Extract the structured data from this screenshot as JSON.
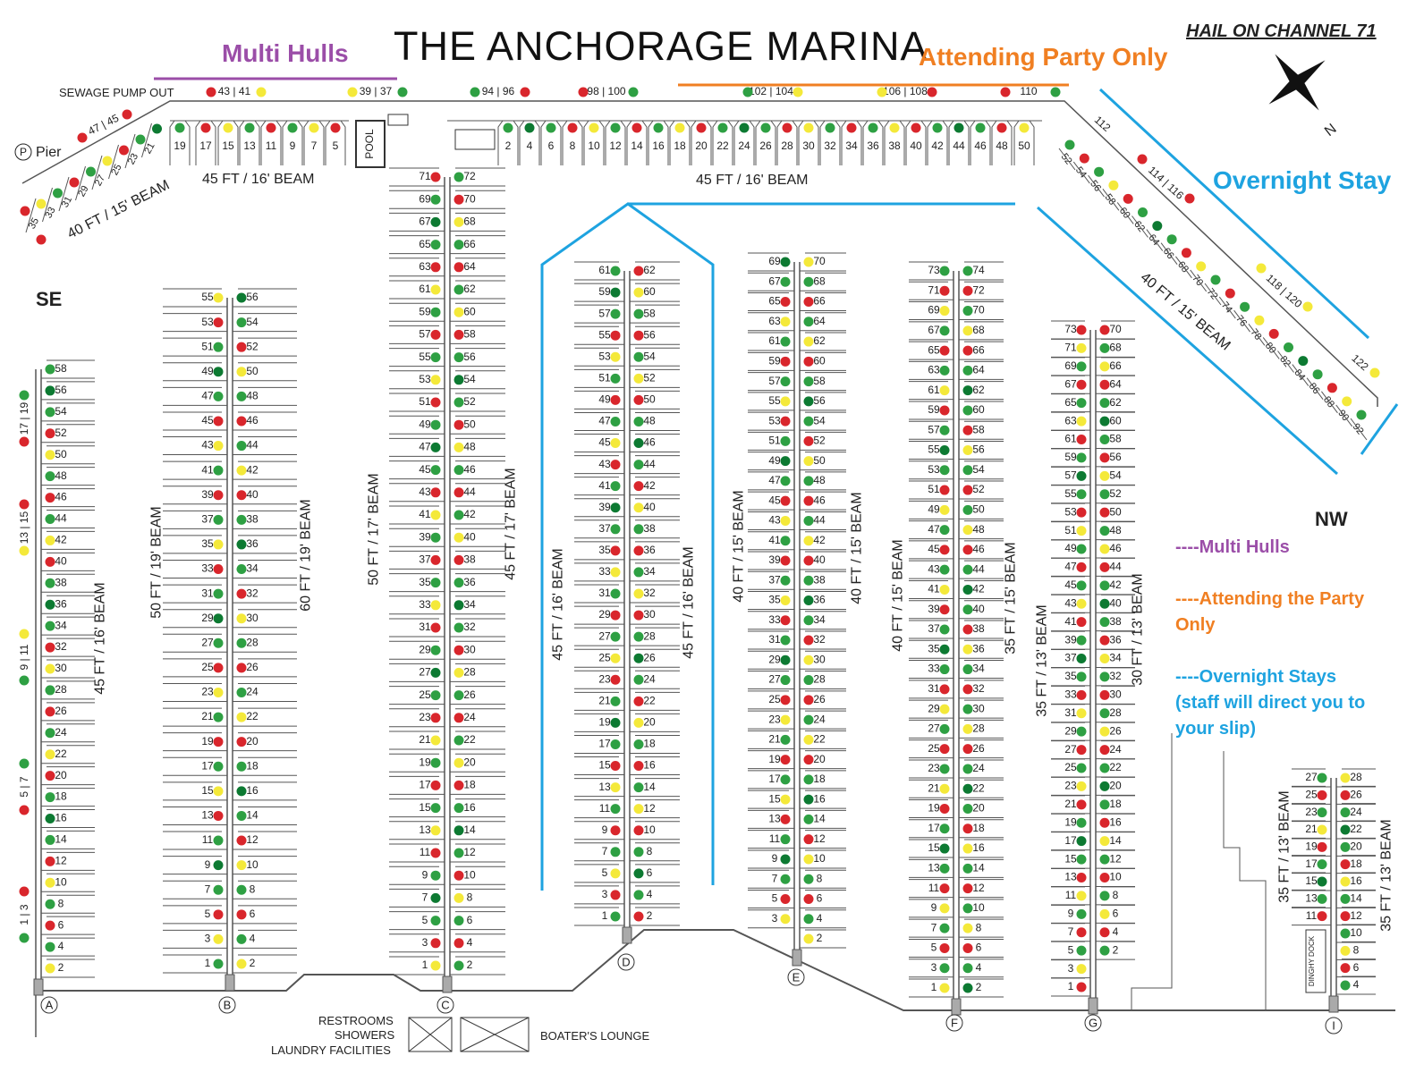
{
  "title": "THE ANCHORAGE MARINA",
  "hail": "HAIL ON CHANNEL 71",
  "headers": {
    "multi_hulls": "Multi Hulls",
    "attending": "Attending Party Only",
    "overnight": "Overnight Stay"
  },
  "compass": {
    "north": "N",
    "se": "SE",
    "nw": "NW"
  },
  "legend": {
    "multi_hulls": "----Multi Hulls",
    "attending_1": "----Attending the Party",
    "attending_2": "Only",
    "overnight_1": "----Overnight Stays",
    "overnight_2": "(staff will direct you to",
    "overnight_3": "your slip)"
  },
  "labels": {
    "sewage": "SEWAGE PUMP OUT",
    "pier": "Pier",
    "pier_icon": "P",
    "pool": "POOL",
    "restrooms_1": "RESTROOMS",
    "restrooms_2": "SHOWERS",
    "restrooms_3": "LAUNDRY FACILITIES",
    "lounge": "BOATER'S LOUNGE",
    "dinghy": "DINGHY DOCK"
  },
  "beams": {
    "top_left": "45 FT / 16' BEAM",
    "top_main": "45 FT / 16' BEAM",
    "diag_left": "40 FT / 15' BEAM",
    "diag_right": "40 FT / 15' BEAM",
    "a": "45 FT / 16' BEAM",
    "b_left": "50 FT / 19' BEAM",
    "b_right": "60 FT / 19' BEAM",
    "c_left": "50 FT / 17' BEAM",
    "c_right": "45 FT / 17' BEAM",
    "d_left": "45 FT / 16' BEAM",
    "d_right": "45 FT / 16' BEAM",
    "e_left": "40 FT / 15' BEAM",
    "e_right": "40 FT / 15' BEAM",
    "f_left": "40 FT / 15' BEAM",
    "f_right": "35 FT / 15' BEAM",
    "g_left": "35 FT / 13' BEAM",
    "g_right": "30 FT / 13' BEAM",
    "i_left": "35 FT / 13' BEAM",
    "i_right": "35 FT / 13' BEAM"
  },
  "dock_letters": [
    "A",
    "B",
    "C",
    "D",
    "E",
    "F",
    "G",
    "I"
  ],
  "colors": {
    "red": "#d9262c",
    "green": "#2ea043",
    "dark_green": "#0d7a32",
    "yellow": "#f4e93a",
    "purple": "#9b4ea8",
    "orange": "#f07f22",
    "blue": "#1ea3e0",
    "line": "#555555"
  },
  "top_slip_numbers": [
    "19",
    "17",
    "15",
    "13",
    "11",
    "9",
    "7",
    "5",
    "2",
    "4",
    "6",
    "8",
    "10",
    "12",
    "14",
    "16",
    "18",
    "20",
    "22",
    "24",
    "26",
    "28",
    "30",
    "32",
    "34",
    "36",
    "38",
    "40",
    "42",
    "44",
    "46",
    "48",
    "50"
  ],
  "top_mooring_pairs": [
    "43 | 41",
    "39 | 37",
    "94 | 96",
    "98 | 100",
    "102 | 104",
    "106 | 108",
    "110"
  ],
  "left_diag_slips": [
    "35",
    "33",
    "31",
    "29",
    "27",
    "25",
    "23",
    "21"
  ],
  "left_diag_pair": "47 | 45",
  "right_diag_slips": [
    "52",
    "54",
    "56",
    "58",
    "60",
    "62",
    "64",
    "66",
    "68",
    "70",
    "72",
    "74",
    "76",
    "78",
    "80",
    "82",
    "84",
    "86",
    "88",
    "90",
    "92"
  ],
  "right_diag_labels": [
    "112",
    "114 | 116",
    "118 | 120",
    "122"
  ],
  "a_side_labels": [
    "17 | 19",
    "13 | 15",
    "9 | 11",
    "5 | 7",
    "1 | 3"
  ],
  "docks": {
    "A": {
      "right": [
        "58",
        "56",
        "54",
        "52",
        "50",
        "48",
        "46",
        "44",
        "42",
        "40",
        "38",
        "36",
        "34",
        "32",
        "30",
        "28",
        "26",
        "24",
        "22",
        "20",
        "18",
        "16",
        "14",
        "12",
        "10",
        "8",
        "6",
        "4",
        "2"
      ]
    },
    "B": {
      "left": [
        "55",
        "53",
        "51",
        "49",
        "47",
        "45",
        "43",
        "41",
        "39",
        "37",
        "35",
        "33",
        "31",
        "29",
        "27",
        "25",
        "23",
        "21",
        "19",
        "17",
        "15",
        "13",
        "11",
        "9",
        "7",
        "5",
        "3",
        "1"
      ],
      "right": [
        "56",
        "54",
        "52",
        "50",
        "48",
        "46",
        "44",
        "42",
        "40",
        "38",
        "36",
        "34",
        "32",
        "30",
        "28",
        "26",
        "24",
        "22",
        "20",
        "18",
        "16",
        "14",
        "12",
        "10",
        "8",
        "6",
        "4",
        "2"
      ]
    },
    "C": {
      "left": [
        "71",
        "69",
        "67",
        "65",
        "63",
        "61",
        "59",
        "57",
        "55",
        "53",
        "51",
        "49",
        "47",
        "45",
        "43",
        "41",
        "39",
        "37",
        "35",
        "33",
        "31",
        "29",
        "27",
        "25",
        "23",
        "21",
        "19",
        "17",
        "15",
        "13",
        "11",
        "9",
        "7",
        "5",
        "3",
        "1"
      ],
      "right": [
        "72",
        "70",
        "68",
        "66",
        "64",
        "62",
        "60",
        "58",
        "56",
        "54",
        "52",
        "50",
        "48",
        "46",
        "44",
        "42",
        "40",
        "38",
        "36",
        "34",
        "32",
        "30",
        "28",
        "26",
        "24",
        "22",
        "20",
        "18",
        "16",
        "14",
        "12",
        "10",
        "8",
        "6",
        "4",
        "2"
      ]
    },
    "D": {
      "left": [
        "61",
        "59",
        "57",
        "55",
        "53",
        "51",
        "49",
        "47",
        "45",
        "43",
        "41",
        "39",
        "37",
        "35",
        "33",
        "31",
        "29",
        "27",
        "25",
        "23",
        "21",
        "19",
        "17",
        "15",
        "13",
        "11",
        "9",
        "7",
        "5",
        "3",
        "1"
      ],
      "right": [
        "62",
        "60",
        "58",
        "56",
        "54",
        "52",
        "50",
        "48",
        "46",
        "44",
        "42",
        "40",
        "38",
        "36",
        "34",
        "32",
        "30",
        "28",
        "26",
        "24",
        "22",
        "20",
        "18",
        "16",
        "14",
        "12",
        "10",
        "8",
        "6",
        "4",
        "2"
      ]
    },
    "E": {
      "left": [
        "69",
        "67",
        "65",
        "63",
        "61",
        "59",
        "57",
        "55",
        "53",
        "51",
        "49",
        "47",
        "45",
        "43",
        "41",
        "39",
        "37",
        "35",
        "33",
        "31",
        "29",
        "27",
        "25",
        "23",
        "21",
        "19",
        "17",
        "15",
        "13",
        "11",
        "9",
        "7",
        "5",
        "3"
      ],
      "right": [
        "70",
        "68",
        "66",
        "64",
        "62",
        "60",
        "58",
        "56",
        "54",
        "52",
        "50",
        "48",
        "46",
        "44",
        "42",
        "40",
        "38",
        "36",
        "34",
        "32",
        "30",
        "28",
        "26",
        "24",
        "22",
        "20",
        "18",
        "16",
        "14",
        "12",
        "10",
        "8",
        "6",
        "4",
        "2"
      ]
    },
    "F": {
      "left": [
        "73",
        "71",
        "69",
        "67",
        "65",
        "63",
        "61",
        "59",
        "57",
        "55",
        "53",
        "51",
        "49",
        "47",
        "45",
        "43",
        "41",
        "39",
        "37",
        "35",
        "33",
        "31",
        "29",
        "27",
        "25",
        "23",
        "21",
        "19",
        "17",
        "15",
        "13",
        "11",
        "9",
        "7",
        "5",
        "3",
        "1"
      ],
      "right": [
        "74",
        "72",
        "70",
        "68",
        "66",
        "64",
        "62",
        "60",
        "58",
        "56",
        "54",
        "52",
        "50",
        "48",
        "46",
        "44",
        "42",
        "40",
        "38",
        "36",
        "34",
        "32",
        "30",
        "28",
        "26",
        "24",
        "22",
        "20",
        "18",
        "16",
        "14",
        "12",
        "10",
        "8",
        "6",
        "4",
        "2"
      ]
    },
    "G": {
      "left": [
        "73",
        "71",
        "69",
        "67",
        "65",
        "63",
        "61",
        "59",
        "57",
        "55",
        "53",
        "51",
        "49",
        "47",
        "45",
        "43",
        "41",
        "39",
        "37",
        "35",
        "33",
        "31",
        "29",
        "27",
        "25",
        "23",
        "21",
        "19",
        "17",
        "15",
        "13",
        "11",
        "9",
        "7",
        "5",
        "3",
        "1"
      ],
      "right": [
        "70",
        "68",
        "66",
        "64",
        "62",
        "60",
        "58",
        "56",
        "54",
        "52",
        "50",
        "48",
        "46",
        "44",
        "42",
        "40",
        "38",
        "36",
        "34",
        "32",
        "30",
        "28",
        "26",
        "24",
        "22",
        "20",
        "18",
        "16",
        "14",
        "12",
        "10",
        "8",
        "6",
        "4",
        "2"
      ]
    },
    "I": {
      "left": [
        "27",
        "25",
        "23",
        "21",
        "19",
        "17",
        "15",
        "13",
        "11"
      ],
      "right": [
        "28",
        "26",
        "24",
        "22",
        "20",
        "18",
        "16",
        "14",
        "12",
        "10",
        "8",
        "6",
        "4"
      ]
    }
  }
}
